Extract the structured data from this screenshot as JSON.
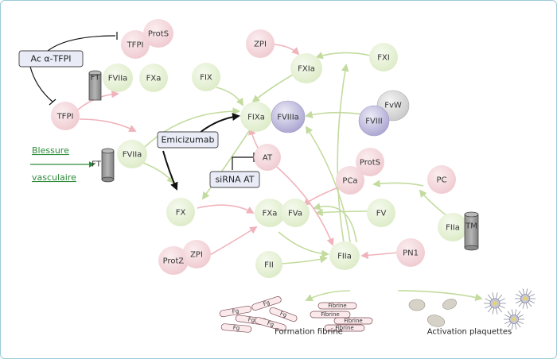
{
  "inhibitors": {
    "ac_tfpi": "Ac α-TFPI",
    "emicizumab": "Emicizumab",
    "sirna_at": "siRNA AT"
  },
  "injury": {
    "line1": "Blessure",
    "line2": "vasculaire"
  },
  "factors": {
    "tfpi_top": "TFPI",
    "prots_top": "ProtS",
    "ft_top": "FT",
    "fviia_top": "FVIIa",
    "fxa_top": "FXa",
    "tfpi_left": "TFPI",
    "ft_mid": "FT",
    "fviia_mid": "FVIIa",
    "zpi_top": "ZPI",
    "fxia": "FXIa",
    "fxi": "FXI",
    "fix": "FIX",
    "fixa": "FIXa",
    "fviiia": "FVIIIa",
    "fw": "FvW",
    "fviii": "FVIII",
    "at": "AT",
    "prots_mid": "ProtS",
    "pca": "PCa",
    "pc": "PC",
    "fx": "FX",
    "fxa_mid": "FXa",
    "fva": "FVa",
    "fv": "FV",
    "fiia_right": "FIIa",
    "tm": "TM",
    "protz": "ProtZ",
    "zpi_bottom": "ZPI",
    "fii": "FII",
    "fiia": "FIIa",
    "pn1": "PN1"
  },
  "fibrin": {
    "fg_labels": [
      "Fg",
      "Fg",
      "Fg",
      "Fg",
      "Fg",
      "Fg"
    ],
    "fibrine_labels": [
      "Fibrine",
      "Fibrine",
      "Fibrine",
      "Fibrine"
    ],
    "caption": "Formation fibrine"
  },
  "platelets": {
    "caption": "Activation plaquettes"
  },
  "colors": {
    "procoag_node": "#f3d6da",
    "inhib_node": "#f3d6da",
    "green_arrow": "#c3db9e",
    "pink_arrow": "#f0b3bb",
    "black_arrow": "#111111",
    "fviiia_node": "#c8c3e0",
    "injury_text": "#2e8b3a"
  }
}
